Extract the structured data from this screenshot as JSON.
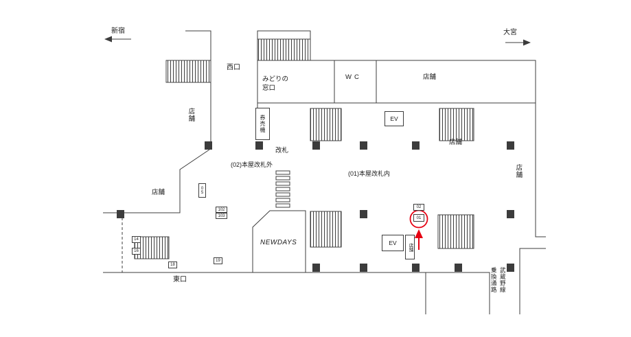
{
  "colors": {
    "highlight": "#e60012",
    "line": "#3c3c3c",
    "text": "#1a1a1a"
  },
  "directions": {
    "left_station": "新宿",
    "right_station": "大宮"
  },
  "labels": {
    "west_exit": "西口",
    "east_exit": "東口",
    "midori_no_madoguchi": "みどりの\n窓口",
    "wc": "WC",
    "ticket_machines": "券売機",
    "ticket_gate": "改札",
    "outside_gate": "(02)本屋改札外",
    "inside_gate": "(01)本屋改札内",
    "elevator": "EV",
    "shop": "店舗",
    "newdays": "NEWDAYS",
    "musashino_line": "武蔵野線",
    "transfer_passage": "乗換通路"
  },
  "markers": {
    "m05": "05",
    "m102": "102",
    "m103": "103",
    "m14": "14",
    "m16": "16",
    "m18": "18",
    "m19": "19",
    "m02": "02",
    "m01": "01"
  }
}
